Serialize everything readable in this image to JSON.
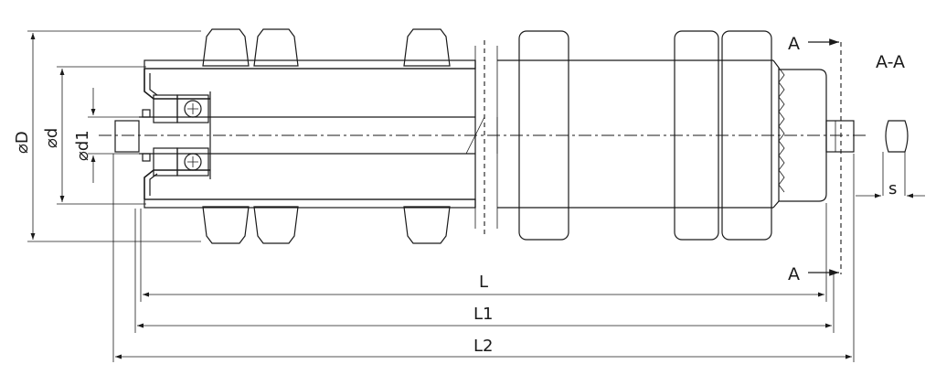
{
  "labels": {
    "dia_D": "⌀D",
    "dia_d": "⌀d",
    "dia_d1": "⌀d1",
    "section_marker_top": "A",
    "section_marker_bottom": "A",
    "section_title": "A-A",
    "flat_size": "s",
    "length_L": "L",
    "length_L1": "L1",
    "length_L2": "L2"
  }
}
